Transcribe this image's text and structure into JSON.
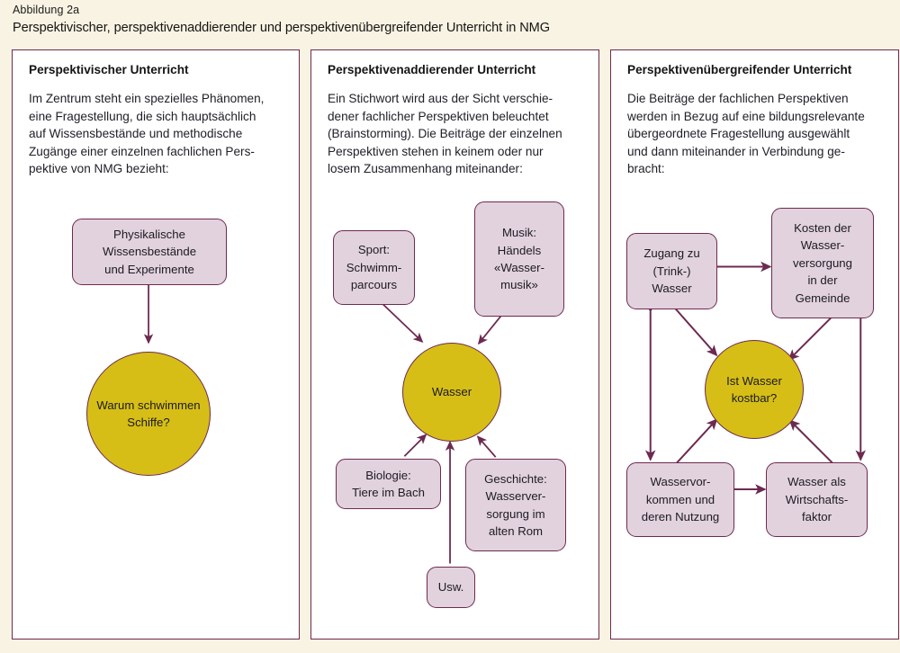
{
  "figure": {
    "label": "Abbildung 2a",
    "title": "Perspektivischer, perspektivenaddierender und perspektivenübergreifender Unterricht in NMG"
  },
  "colors": {
    "page_background": "#f9f3e3",
    "panel_border": "#6d2a50",
    "panel_background": "#ffffff",
    "box_fill": "#e2d2de",
    "circle_fill": "#d6be16",
    "arrow": "#6d2a50",
    "text": "#1b1b1b"
  },
  "panels": [
    {
      "id": "perspektivischer",
      "heading": "Perspektivischer Unterricht",
      "body": "Im Zentrum steht ein spezielles Phänomen,\neine Fragestellung, die sich hauptsächlich\nauf Wissensbestände und methodische\nZugänge einer einzelnen fachlichen Pers-\npektive von NMG bezieht:",
      "nodes": {
        "source_box": "Physikalische\nWissensbestände\nund Experimente",
        "center_circle": "Warum schwimmen\nSchiffe?"
      }
    },
    {
      "id": "perspektivenaddierender",
      "heading": "Perspektivenaddierender Unterricht",
      "body": "Ein Stichwort wird aus der Sicht verschie-\ndener fachlicher Perspektiven beleuchtet\n(Brainstorming). Die Beiträge der einzelnen\nPerspektiven stehen in keinem oder nur\nlosem Zusammenhang miteinander:",
      "nodes": {
        "center_circle": "Wasser",
        "sport": "Sport:\nSchwimm-\nparcours",
        "musik": "Musik:\nHändels\n«Wasser-\nmusik»",
        "biologie": "Biologie:\nTiere im Bach",
        "geschichte": "Geschichte:\nWasserver-\nsorgung im\nalten Rom",
        "usw": "Usw."
      }
    },
    {
      "id": "perspektivenuebergreifender",
      "heading": "Perspektivenübergreifender Unterricht",
      "body": "Die Beiträge der fachlichen Perspektiven\nwerden in Bezug auf eine bildungsrelevante\nübergeordnete Fragestellung ausgewählt\nund dann miteinander in Verbindung ge-\nbracht:",
      "nodes": {
        "center_circle": "Ist Wasser\nkostbar?",
        "zugang": "Zugang zu\n(Trink-)\nWasser",
        "kosten": "Kosten der\nWasser-\nversorgung\nin der\nGemeinde",
        "vorkommen": "Wasservor-\nkommen und\nderen Nutzung",
        "wirtschaft": "Wasser als\nWirtschafts-\nfaktor"
      }
    }
  ]
}
